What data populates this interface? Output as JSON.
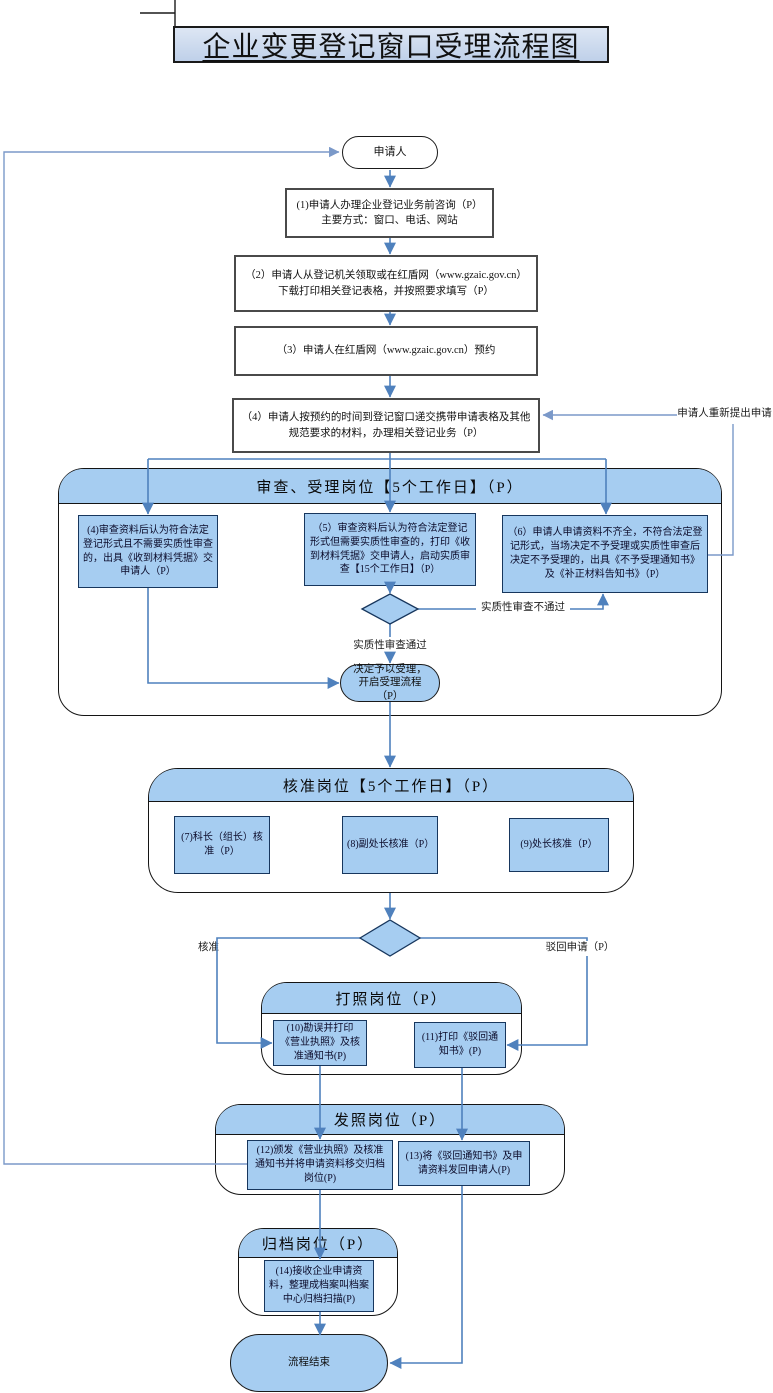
{
  "title": "企业变更登记窗口受理流程图",
  "colors": {
    "node_fill": "#a6cdf1",
    "line_strong": "#4f81bd",
    "line_light": "#8fa9d6",
    "title_fill": "#c9d7ec",
    "container_border": "#141414"
  },
  "start": {
    "label": "申请人"
  },
  "steps": {
    "s1": "(1)申请人办理企业登记业务前咨询（P）\n主要方式：窗口、电话、网站",
    "s2": "（2）申请人从登记机关领取或在红盾网（www.gzaic.gov.cn）下载打印相关登记表格，并按照要求填写（P）",
    "s3": "（3）申请人在红盾网（www.gzaic.gov.cn）预约",
    "s4": "（4）申请人按预约的时间到登记窗口递交携带申请表格及其他规范要求的材料，办理相关登记业务（P）"
  },
  "labels": {
    "reapply": "申请人重新提出申请",
    "fail": "实质性审查不通过",
    "pass": "实质性审查通过",
    "approve": "核准",
    "reject": "驳回申请（P）"
  },
  "review": {
    "header": "审查、受理岗位【5个工作日】（P）",
    "box4": "(4)审查资料后认为符合法定登记形式且不需要实质性审查的，出具《收到材料凭据》交申请人（P）",
    "box5": "（5）审查资料后认为符合法定登记形式但需要实质性审查的，打印《收到材料凭据》交申请人，启动实质审查【15个工作日】（P）",
    "box6": "（6）申请人申请资料不齐全，不符合法定登记形式，当场决定不予受理或实质性审查后决定不予受理的，出具《不予受理通知书》及《补正材料告知书》（P）",
    "accept": "决定予以受理，开启受理流程（P）"
  },
  "approval": {
    "header": "核准岗位【5个工作日】（P）",
    "box7": "(7)科长（组长）核准（P）",
    "box8": "(8)副处长核准（P）",
    "box9": "(9)处长核准（P）"
  },
  "printing": {
    "header": "打照岗位（P）",
    "box10": "(10)勘误并打印《营业执照》及核准通知书(P)",
    "box11": "(11)打印《驳回通知书》(P)"
  },
  "issuing": {
    "header": "发照岗位（P）",
    "box12": "(12)颁发《营业执照》及核准通知书并将申请资料移交归档岗位(P)",
    "box13": "(13)将《驳回通知书》及申请资料发回申请人(P)"
  },
  "archive": {
    "header": "归档岗位（P）",
    "box14": "(14)接收企业申请资料，整理成档案叫档案中心归档扫描(P)"
  },
  "end": {
    "label": "流程结束"
  }
}
